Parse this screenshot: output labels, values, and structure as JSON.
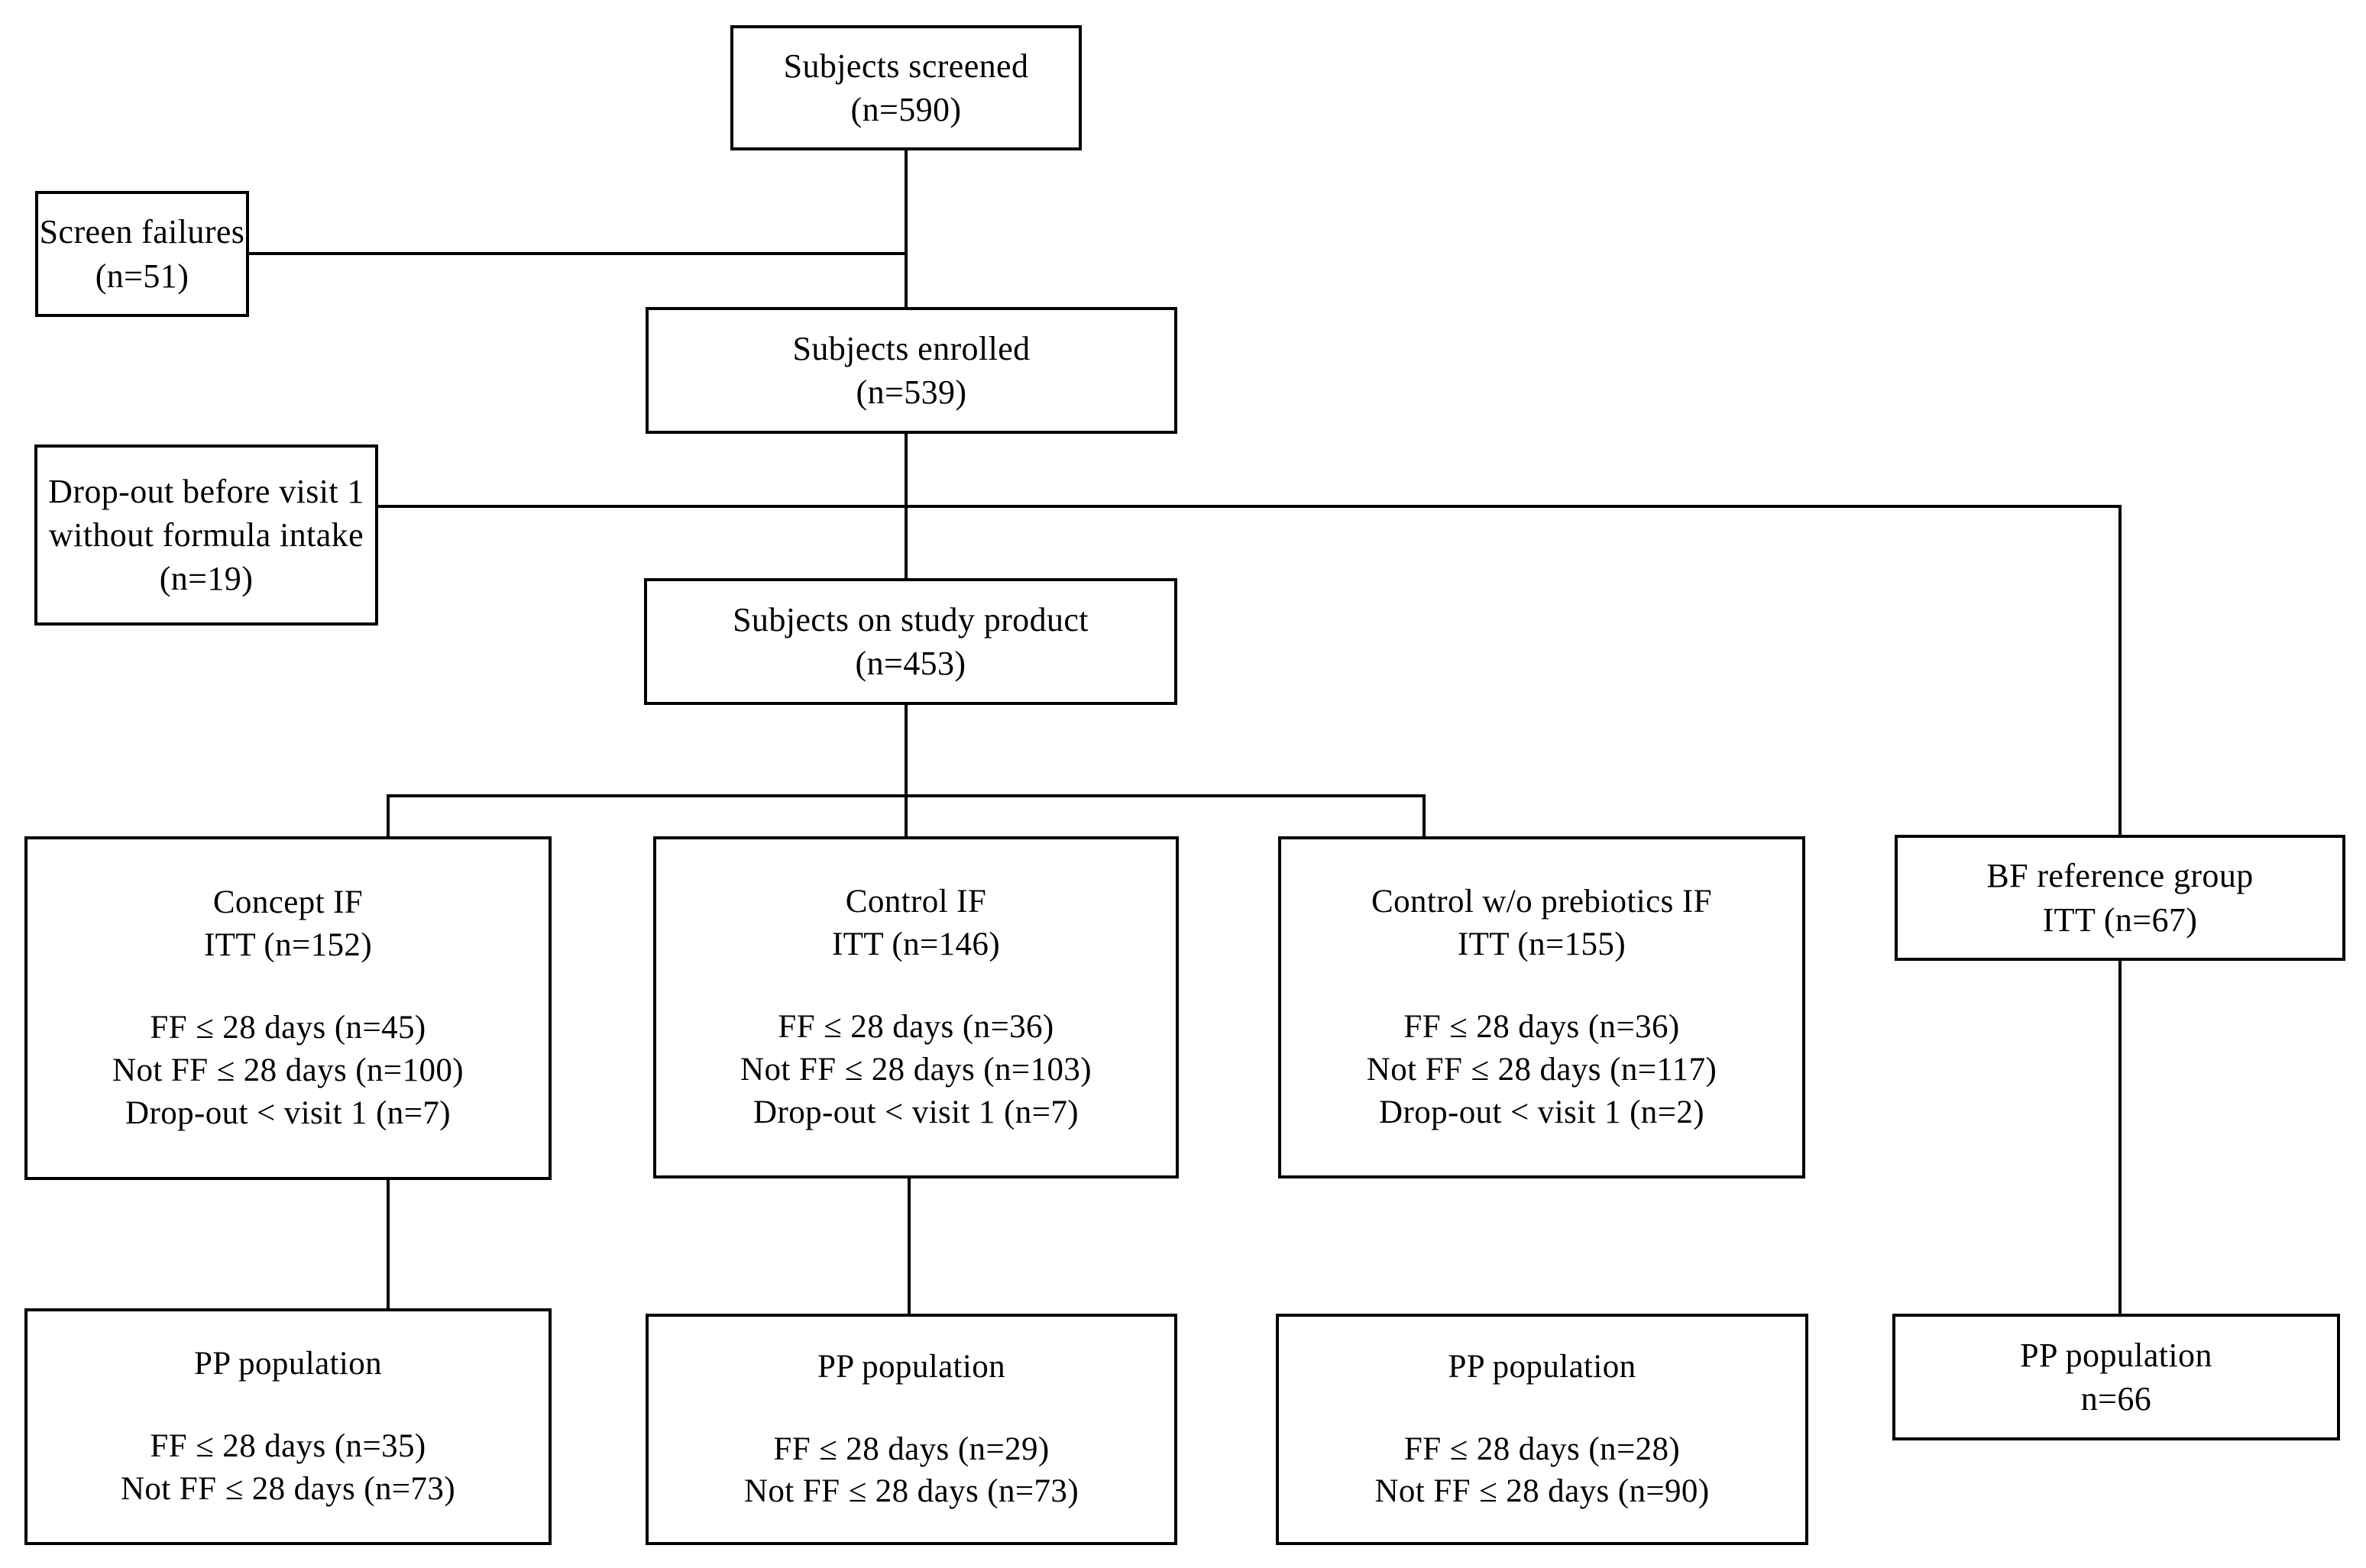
{
  "diagram": {
    "title": "CONSORT-style subject disposition flow chart",
    "line_color": "#000000",
    "box_fill": "#ffffff",
    "border_color": "#000000"
  },
  "nodes": {
    "screened": {
      "name": "subjects-screened",
      "lines": [
        "Subjects screened",
        "(n=590)"
      ]
    },
    "screen_failures": {
      "name": "screen-failures",
      "lines": [
        "Screen failures",
        "(n=51)"
      ]
    },
    "enrolled": {
      "name": "subjects-enrolled",
      "lines": [
        "Subjects enrolled",
        "(n=539)"
      ]
    },
    "dropout_before_visit1": {
      "name": "drop-out-before-visit-1",
      "lines": [
        "Drop-out before visit  1",
        "without  formula  intake",
        "(n=19)"
      ]
    },
    "on_study_product": {
      "name": "subjects-on-study-product",
      "lines": [
        "Subjects on study  product",
        "(n=453)"
      ]
    },
    "concept_if": {
      "name": "concept-if-itt",
      "header": [
        "Concept IF",
        "ITT (n=152)"
      ],
      "details": [
        "FF ≤ 28 days  (n=45)",
        "Not FF ≤ 28 days (n=100)",
        "Drop-out  <  visit  1 (n=7)"
      ]
    },
    "control_if": {
      "name": "control-if-itt",
      "header": [
        "Control IF",
        "ITT (n=146)"
      ],
      "details": [
        "FF ≤ 28 days  (n=36)",
        "Not FF ≤ 28 days (n=103)",
        "Drop-out  <  visit  1 (n=7)"
      ]
    },
    "control_wo_prebiotics_if": {
      "name": "control-wo-prebiotics-if-itt",
      "header": [
        "Control w/o prebiotics  IF",
        "ITT (n=155)"
      ],
      "details": [
        "FF ≤ 28 days  (n=36)",
        "Not FF ≤ 28 days (n=117)",
        "Drop-out  <  visit  1 (n=2)"
      ]
    },
    "bf_reference": {
      "name": "bf-reference-group-itt",
      "lines": [
        "BF reference  group",
        "ITT (n=67)"
      ]
    },
    "pp_concept": {
      "name": "pp-population-concept-if",
      "header": [
        "PP population"
      ],
      "details": [
        "FF ≤ 28 days  (n=35)",
        "Not FF ≤ 28 days  (n=73)"
      ]
    },
    "pp_control": {
      "name": "pp-population-control-if",
      "header": [
        "PP population"
      ],
      "details": [
        "FF ≤ 28 days  (n=29)",
        "Not FF ≤ 28 days (n=73)"
      ]
    },
    "pp_control_wo": {
      "name": "pp-population-control-wo-prebiotics-if",
      "header": [
        "PP population"
      ],
      "details": [
        "FF ≤ 28 days (n=28)",
        "Not FF ≤ 28 days  (n=90)"
      ]
    },
    "pp_bf": {
      "name": "pp-population-bf",
      "lines": [
        "PP population",
        "n=66"
      ]
    }
  }
}
